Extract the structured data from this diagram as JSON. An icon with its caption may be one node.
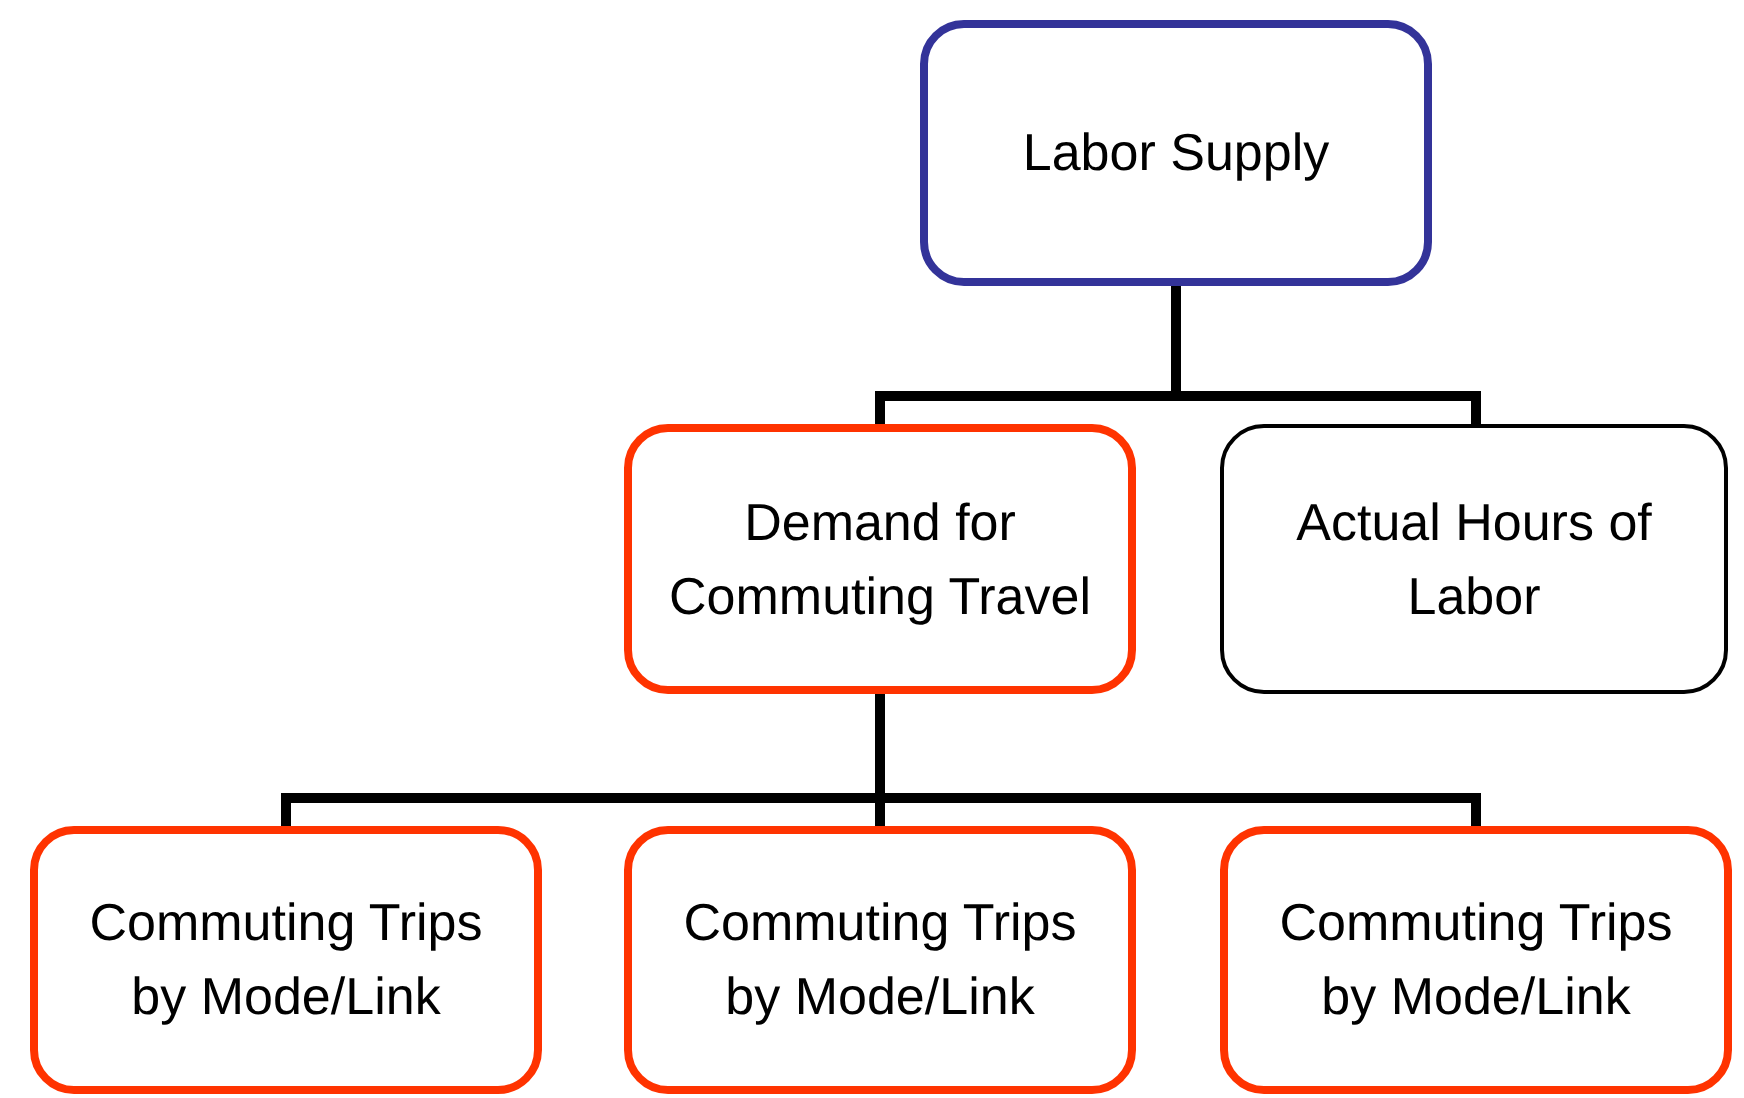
{
  "diagram": {
    "nodes": [
      {
        "text": [
          "Labor Supply"
        ]
      },
      {
        "text": [
          "Demand for Commuting Travel"
        ]
      },
      {
        "text": [
          "Actual Hours of Labor"
        ]
      },
      {
        "text": [
          "Commuting Trips by Mode/Link"
        ]
      },
      {
        "text": [
          "Commuting Trips by Mode/Link"
        ]
      },
      {
        "text": [
          "Commuting Trips by Mode/Link"
        ]
      }
    ],
    "edges": [
      {
        "from": 0,
        "to": 1,
        "arrow": "none"
      },
      {
        "from": 0,
        "to": 2,
        "arrow": "none"
      },
      {
        "from": 1,
        "to": 3,
        "arrow": "none"
      },
      {
        "from": 1,
        "to": 4,
        "arrow": "none"
      },
      {
        "from": 1,
        "to": 5,
        "arrow": "none"
      }
    ]
  }
}
